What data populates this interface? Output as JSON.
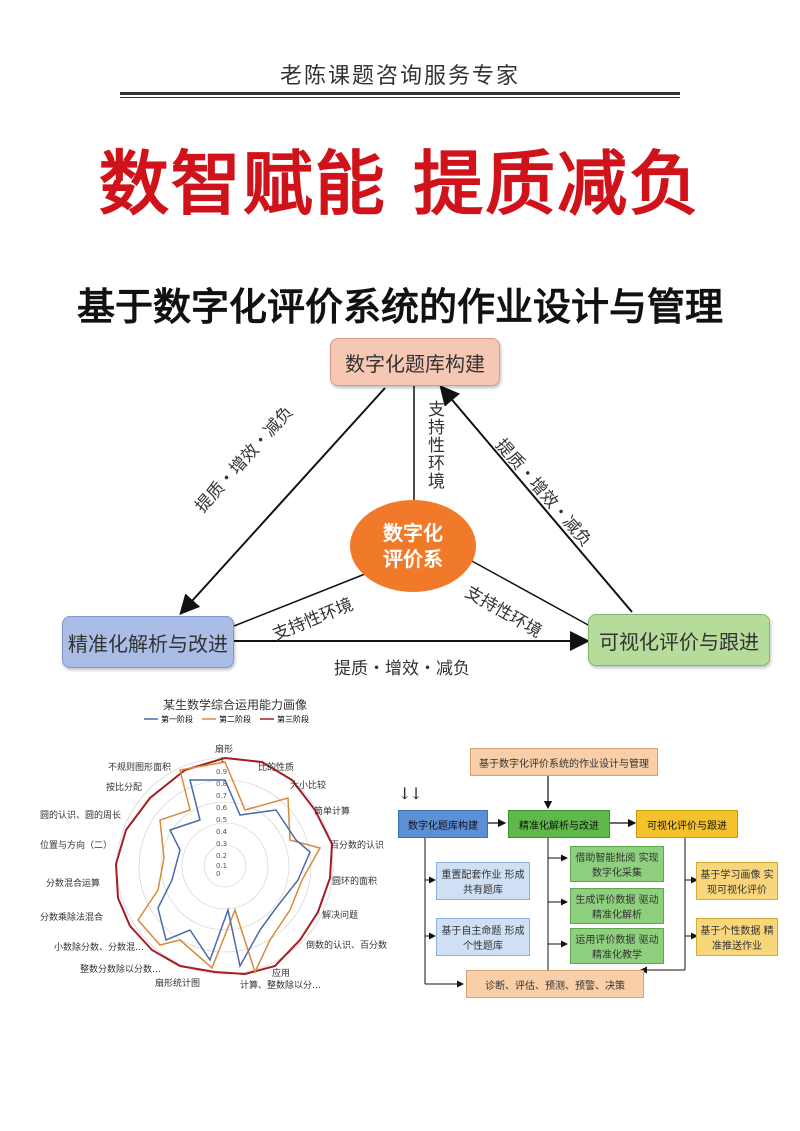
{
  "header": {
    "text": "老陈课题咨询服务专家"
  },
  "title": {
    "main": "数智赋能  提质减负",
    "sub": "基于数字化评价系统的作业设计与管理"
  },
  "triangle": {
    "top_node": "数字化题库构建",
    "left_node": "精准化解析与改进",
    "right_node": "可视化评价与跟进",
    "center_line1": "数字化",
    "center_line2": "评价系",
    "edge_left": "提质・增效・减负",
    "edge_right": "提质・增效・减负",
    "edge_bottom": "提质・增效・减负",
    "support_top": "支持性环境",
    "support_left": "支持性环境",
    "support_right": "支持性环境",
    "colors": {
      "top": "#f6c8b4",
      "left": "#a9bde6",
      "right": "#b5dc9a",
      "center": "#f07a2a"
    }
  },
  "radar": {
    "title": "某生数学综合运用能力画像",
    "legend": [
      "第一阶段",
      "第二阶段",
      "第三阶段"
    ],
    "legend_colors": [
      "#4a6aa8",
      "#d98a3a",
      "#a81c24"
    ],
    "axes": [
      "扇形",
      "比的性质",
      "大小比较",
      "简单计算",
      "百分数的认识",
      "圆环的面积",
      "解决问题",
      "倒数的认识、百分数",
      "应用",
      "计算、整数除以分…",
      "扇形统计图",
      "整数分数除以分数…",
      "小数除分数、分数混…",
      "分数乘除法混合",
      "分数混合运算",
      "位置与方向（二）",
      "圆的认识、圆的周长",
      "按比分配",
      "不规则图形面积"
    ],
    "scale": [
      "1",
      "0.9",
      "0.8",
      "0.7",
      "0.6",
      "0.5",
      "0.4",
      "0.3",
      "0.2",
      "0.1",
      "0"
    ]
  },
  "flow": {
    "top": "基于数字化评价系统的作业设计与管理",
    "col1": "数字化题库构建",
    "col2": "精准化解析与改进",
    "col3": "可视化评价与跟进",
    "c1_items": [
      "重置配套作业 形成共有题库",
      "基于自主命题 形成个性题库"
    ],
    "c2_items": [
      "借助智能批阅 实现数字化采集",
      "生成评价数据 驱动精准化解析",
      "运用评价数据 驱动精准化教学"
    ],
    "c3_items": [
      "基于学习画像 实现可视化评价",
      "基于个性数据 精准推送作业"
    ],
    "bottom": "诊断、评估、预测、预警、决策",
    "arrows": "↓↓"
  }
}
